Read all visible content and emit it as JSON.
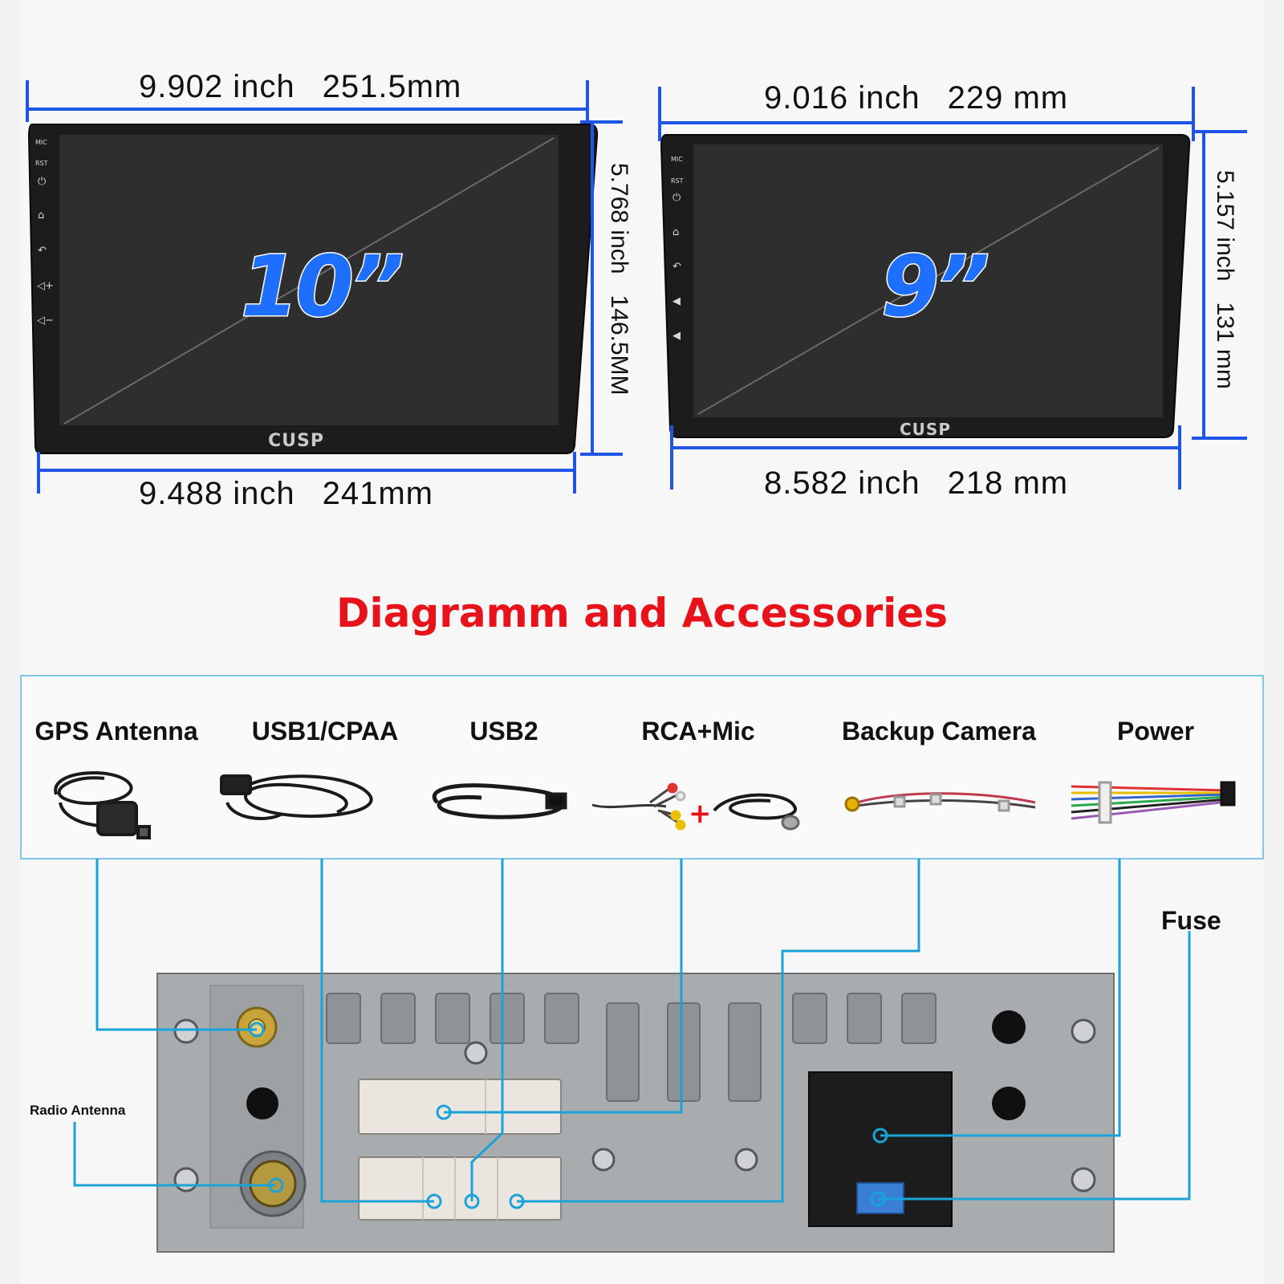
{
  "screens": {
    "large": {
      "size_label": "10”",
      "brand": "CUSP",
      "top_inch": "9.902 inch",
      "top_mm": "251.5mm",
      "bottom_inch": "9.488 inch",
      "bottom_mm": "241mm",
      "side_inch": "5.768 inch",
      "side_mm": "146.5MM",
      "side_buttons": [
        "MIC",
        "RST"
      ]
    },
    "small": {
      "size_label": "9”",
      "brand": "CUSP",
      "top_inch": "9.016 inch",
      "top_mm": "229 mm",
      "bottom_inch": "8.582 inch",
      "bottom_mm": "218 mm",
      "side_inch": "5.157 inch",
      "side_mm": "131 mm",
      "side_buttons": [
        "MIC",
        "RST"
      ]
    }
  },
  "section_title": "Diagramm and Accessories",
  "accessories": [
    "GPS Antenna",
    "USB1/CPAA",
    "USB2",
    "RCA+Mic",
    "Backup Camera",
    "Power"
  ],
  "labels": {
    "radio_antenna": "Radio Antenna",
    "fuse": "Fuse"
  },
  "colors": {
    "dimension_line": "#1f55e6",
    "connector_line": "#1aa3d9",
    "size_label": "#1f6fff",
    "title": "#e8121a",
    "panel": "#a9acaf"
  }
}
